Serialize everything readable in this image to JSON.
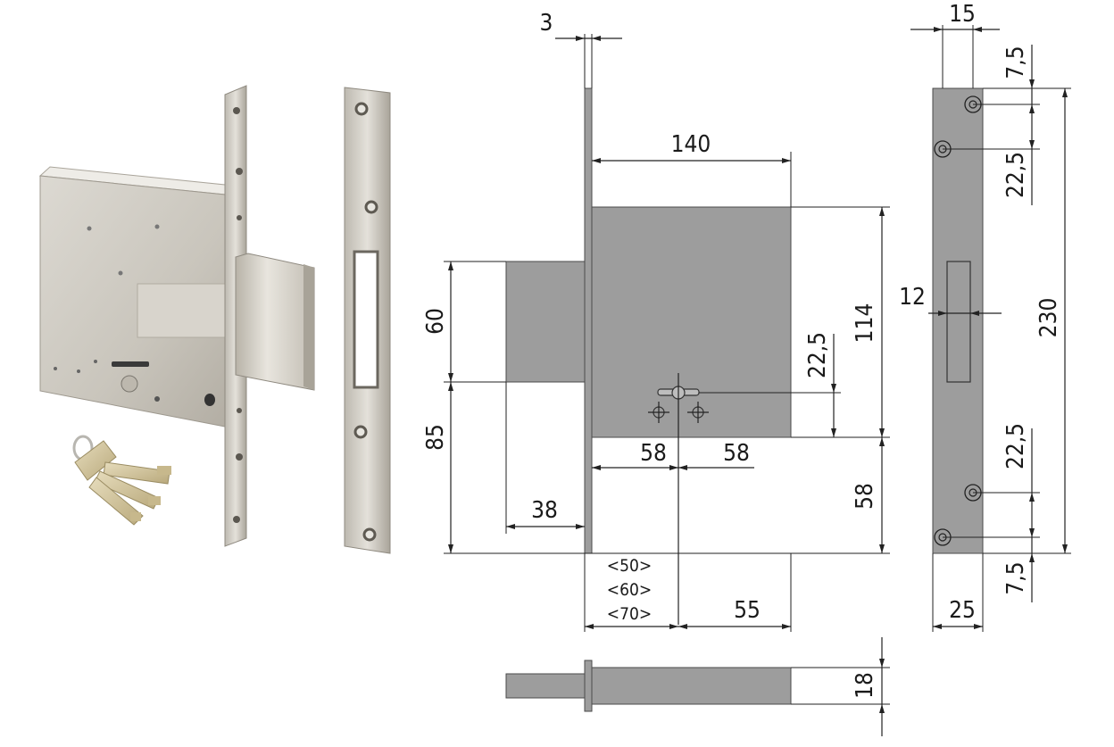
{
  "colors": {
    "part_fill": "#9d9d9d",
    "part_stroke": "#4a4a4a",
    "dimension_line": "#222222",
    "photo_metal_light": "#d9d6cf",
    "photo_metal_dark": "#9c978d",
    "key_brass": "#cdbf98"
  },
  "dimensions": {
    "plate_thickness": "3",
    "case_width": "140",
    "bolt_height": "60",
    "bolt_to_bottom": "85",
    "bolt_throw": "38",
    "key_offset": "22,5",
    "case_height": "114",
    "key_spacing_left": "58",
    "key_spacing_right": "58",
    "bottom_to_case": "58",
    "backset_1": "<50>",
    "backset_2": "<60>",
    "backset_3": "<70>",
    "backset_case": "55",
    "case_thickness": "18",
    "strike_hole_offset": "15",
    "strike_top_margin": "7,5",
    "strike_hole_spacing_top": "22,5",
    "strike_slot_width": "12",
    "strike_length": "230",
    "strike_hole_spacing_bottom": "22,5",
    "strike_bottom_margin": "7,5",
    "strike_width": "25"
  }
}
